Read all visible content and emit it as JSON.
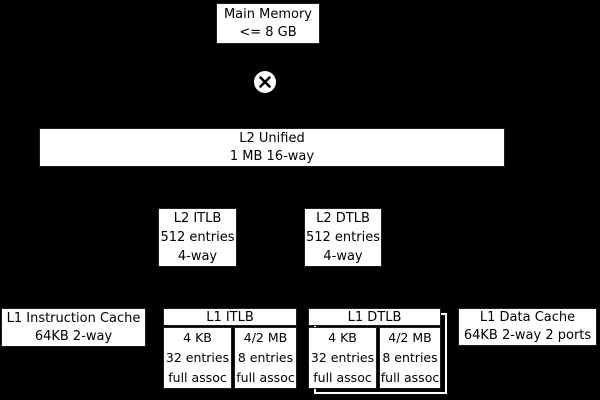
{
  "colors": {
    "background": "#000000",
    "box_fill": "#ffffff",
    "box_border": "#1e1e1e",
    "text": "#000000",
    "duplicate_outline": "#ffffff"
  },
  "icons": {
    "crossbar": "circled-x"
  },
  "main_memory": {
    "line1": "Main Memory",
    "line2": "<= 8 GB"
  },
  "l2_unified": {
    "line1": "L2 Unified",
    "line2": "1 MB 16-way"
  },
  "l2_itlb": {
    "line1": "L2 ITLB",
    "line2": "512 entries",
    "line3": "4-way"
  },
  "l2_dtlb": {
    "line1": "L2 DTLB",
    "line2": "512 entries",
    "line3": "4-way"
  },
  "l1_icache": {
    "line1": "L1 Instruction Cache",
    "line2": "64KB 2-way"
  },
  "l1_itlb": {
    "title": "L1 ITLB",
    "small": {
      "line1": "4 KB",
      "line2": "32 entries",
      "line3": "full assoc"
    },
    "large": {
      "line1": "4/2 MB",
      "line2": "8 entries",
      "line3": "full assoc"
    }
  },
  "l1_dtlb": {
    "title": "L1 DTLB",
    "small": {
      "line1": "4 KB",
      "line2": "32 entries",
      "line3": "full assoc"
    },
    "large": {
      "line1": "4/2 MB",
      "line2": "8 entries",
      "line3": "full assoc"
    }
  },
  "l1_dcache": {
    "line1": "L1 Data Cache",
    "line2": "64KB 2-way 2 ports"
  }
}
